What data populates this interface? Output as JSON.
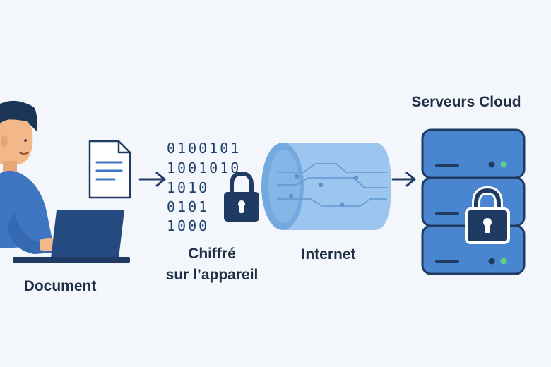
{
  "labels": {
    "document": "Document",
    "encrypted_line1": "Chiffré",
    "encrypted_line2": "sur l’appareil",
    "internet": "Internet",
    "cloud_servers": "Serveurs Cloud"
  },
  "binary_lines": [
    "0100101",
    "1001010",
    "1010",
    "0101",
    "1000"
  ],
  "colors": {
    "background": "#f3f7fb",
    "dark_navy": "#1f3b63",
    "server_blue": "#4a86cf",
    "tube_blue": "#8fbce9",
    "status_green": "#5fd08a",
    "arrow": "#1f3b63"
  },
  "icons": [
    "person-at-laptop",
    "document-icon",
    "padlock-icon",
    "internet-tube",
    "server-stack",
    "padlock-icon"
  ]
}
